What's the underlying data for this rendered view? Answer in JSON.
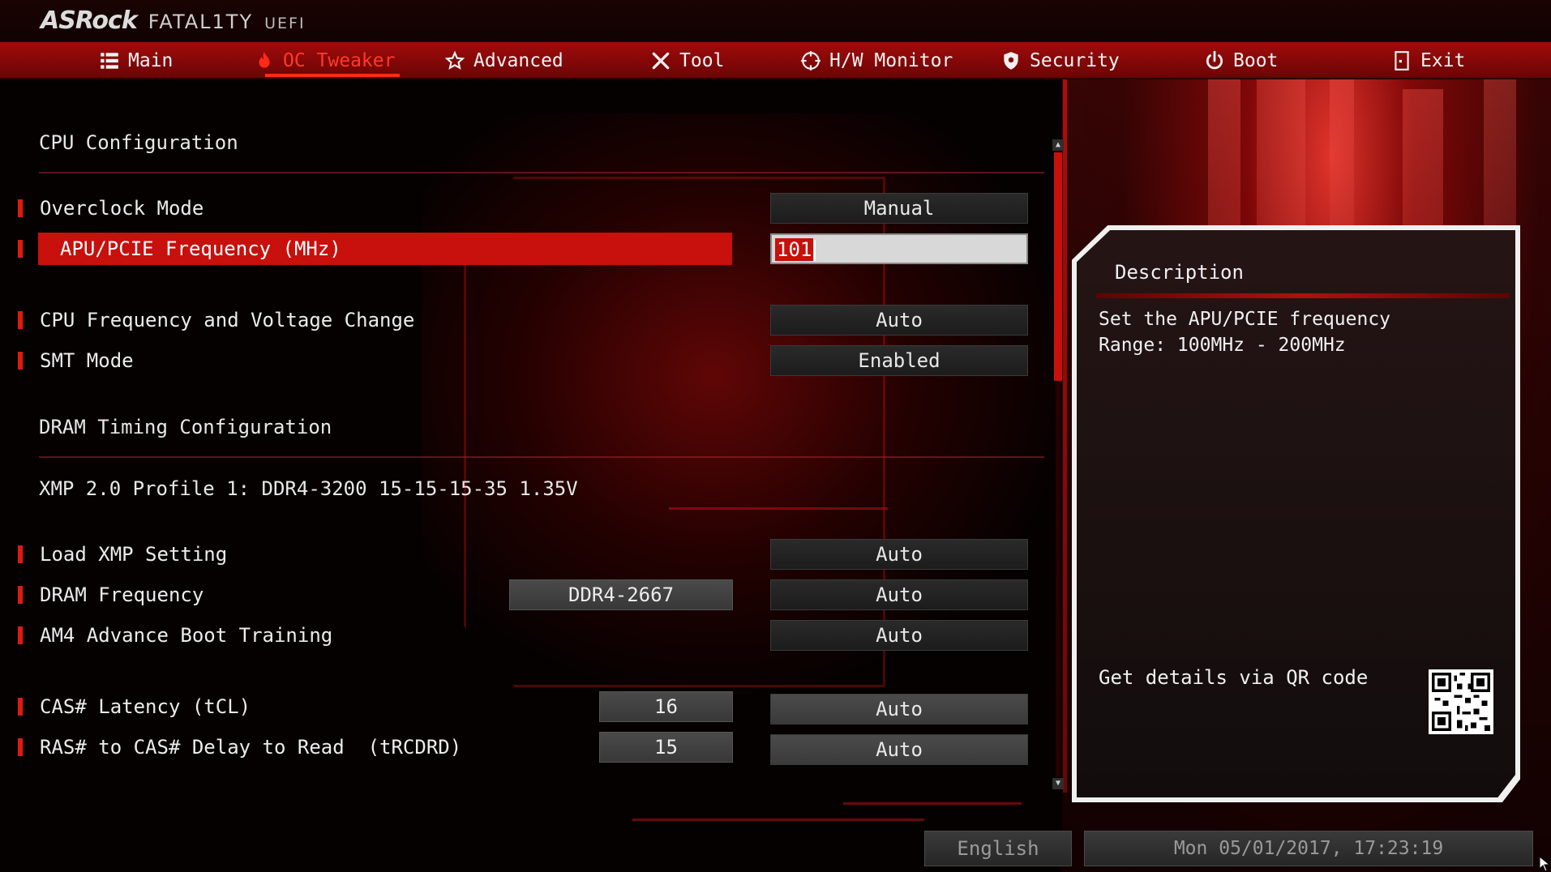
{
  "header": {
    "brand": "ASRock",
    "series": "FATAL1TY",
    "uefi": "UEFI"
  },
  "nav": {
    "tabs": [
      {
        "label": "Main",
        "icon": "list-icon"
      },
      {
        "label": "OC Tweaker",
        "icon": "flame-icon",
        "active": true
      },
      {
        "label": "Advanced",
        "icon": "star-icon"
      },
      {
        "label": "Tool",
        "icon": "tools-icon"
      },
      {
        "label": "H/W Monitor",
        "icon": "crosshair-icon"
      },
      {
        "label": "Security",
        "icon": "shield-icon"
      },
      {
        "label": "Boot",
        "icon": "power-icon"
      },
      {
        "label": "Exit",
        "icon": "exit-icon"
      }
    ]
  },
  "settings": {
    "cpu_section": "CPU Configuration",
    "dram_section": "DRAM Timing Configuration",
    "xmp_profile": "XMP 2.0 Profile 1: DDR4-3200 15-15-15-35 1.35V",
    "rows": [
      {
        "label": "Overclock Mode",
        "value": "Manual"
      },
      {
        "label": "APU/PCIE Frequency (MHz)",
        "value": "101"
      },
      {
        "label": "CPU Frequency and Voltage Change",
        "value": "Auto"
      },
      {
        "label": "SMT Mode",
        "value": "Enabled"
      },
      {
        "label": "Load XMP Setting",
        "value": "Auto"
      },
      {
        "label": "DRAM Frequency",
        "current": "DDR4-2667",
        "value": "Auto"
      },
      {
        "label": "AM4 Advance Boot Training",
        "value": "Auto"
      },
      {
        "label": "CAS# Latency (tCL)",
        "current": "16",
        "value": "Auto"
      },
      {
        "label": "RAS# to CAS# Delay to Read  (tRCDRD)",
        "current": "15",
        "value": "Auto"
      }
    ]
  },
  "description": {
    "title": "Description",
    "line1": "Set the APU/PCIE frequency",
    "line2": "Range: 100MHz - 200MHz",
    "qr_label": "Get details via QR code"
  },
  "footer": {
    "language": "English",
    "datetime": "Mon 05/01/2017, 17:23:19"
  },
  "colors": {
    "accent": "#c8100c",
    "nav_bg": "#a20b0b",
    "active_tab": "#ff3a2a"
  }
}
